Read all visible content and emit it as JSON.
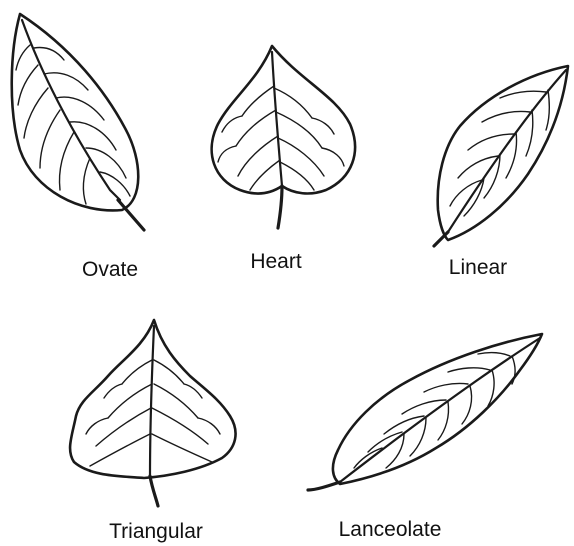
{
  "leaves": [
    {
      "id": "ovate",
      "label": "Ovate"
    },
    {
      "id": "heart",
      "label": "Heart"
    },
    {
      "id": "linear",
      "label": "Linear"
    },
    {
      "id": "triangular",
      "label": "Triangular"
    },
    {
      "id": "lanceolate",
      "label": "Lanceolate"
    }
  ],
  "colors": {
    "ink": "#1a1a1a",
    "background": "#ffffff"
  }
}
